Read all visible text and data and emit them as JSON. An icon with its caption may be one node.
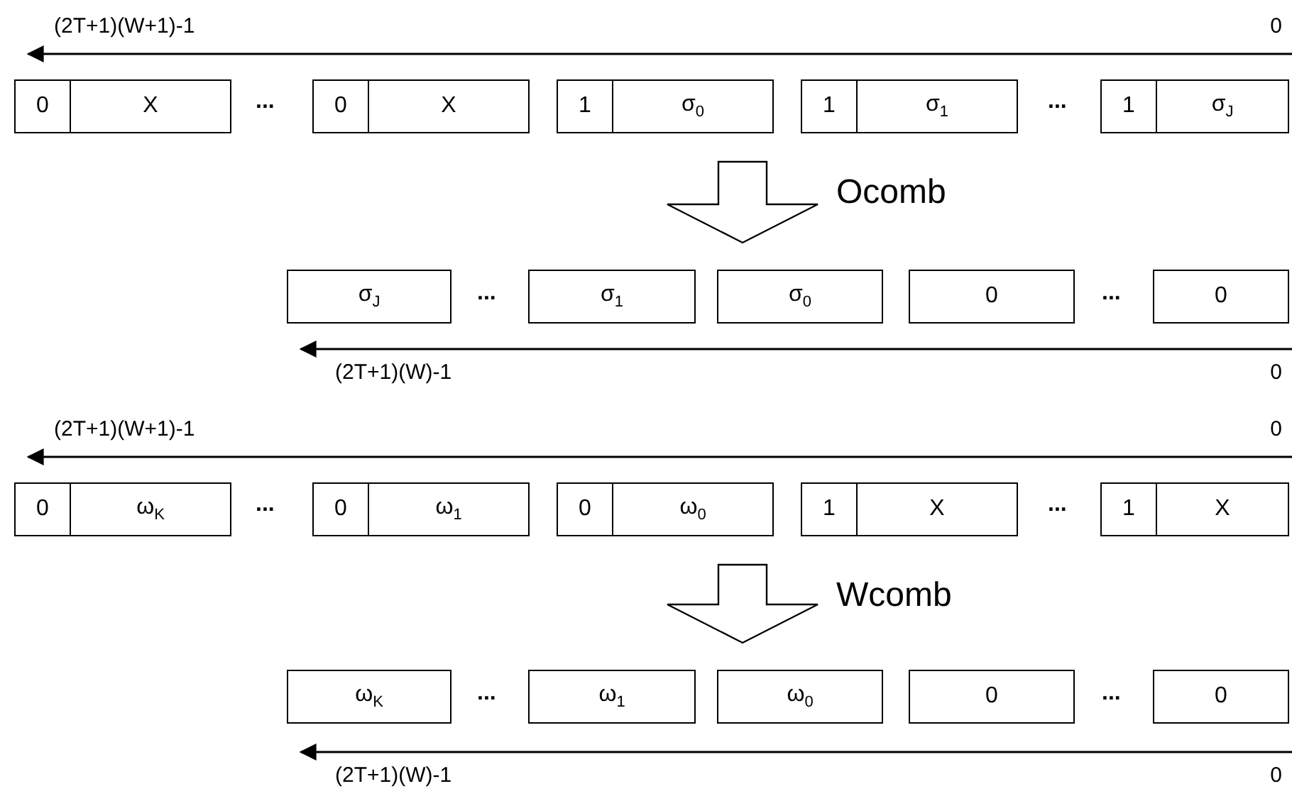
{
  "diagram": {
    "nodes": [
      {
        "text": [
          "0",
          "X"
        ]
      },
      {
        "text": [
          "0",
          "X"
        ]
      },
      {
        "text": [
          "1",
          "σ$_{0}$"
        ]
      },
      {
        "text": [
          "1",
          "σ$_{1}$"
        ]
      },
      {
        "text": [
          "1",
          "σ$_{J}$"
        ]
      },
      {
        "text": [
          "σ$_{J}$"
        ]
      },
      {
        "text": [
          "σ$_{1}$"
        ]
      },
      {
        "text": [
          "σ$_{0}$"
        ]
      },
      {
        "text": [
          "0"
        ]
      },
      {
        "text": [
          "0"
        ]
      },
      {
        "text": [
          "0",
          "ω$_{K}$"
        ]
      },
      {
        "text": [
          "0",
          "ω$_{1}$"
        ]
      },
      {
        "text": [
          "0",
          "ω$_{0}$"
        ]
      },
      {
        "text": [
          "1",
          "X"
        ]
      },
      {
        "text": [
          "1",
          "X"
        ]
      },
      {
        "text": [
          "ω$_{K}$"
        ]
      },
      {
        "text": [
          "ω$_{1}$"
        ]
      },
      {
        "text": [
          "ω$_{0}$"
        ]
      },
      {
        "text": [
          "0"
        ]
      },
      {
        "text": [
          "0"
        ]
      }
    ],
    "edges": [
      {
        "from": 2,
        "to": 7,
        "arrow": "to",
        "label": "Ocomb"
      },
      {
        "from": 12,
        "to": 17,
        "arrow": "to",
        "label": "Wcomb"
      }
    ],
    "labels": [
      "(2T+1)(W+1)-1",
      "0",
      "...",
      "...",
      "...",
      "...",
      "(2T+1)(W)-1",
      "0",
      "(2T+1)(W+1)-1",
      "0",
      "...",
      "...",
      "...",
      "...",
      "(2T+1)(W)-1",
      "0"
    ]
  }
}
